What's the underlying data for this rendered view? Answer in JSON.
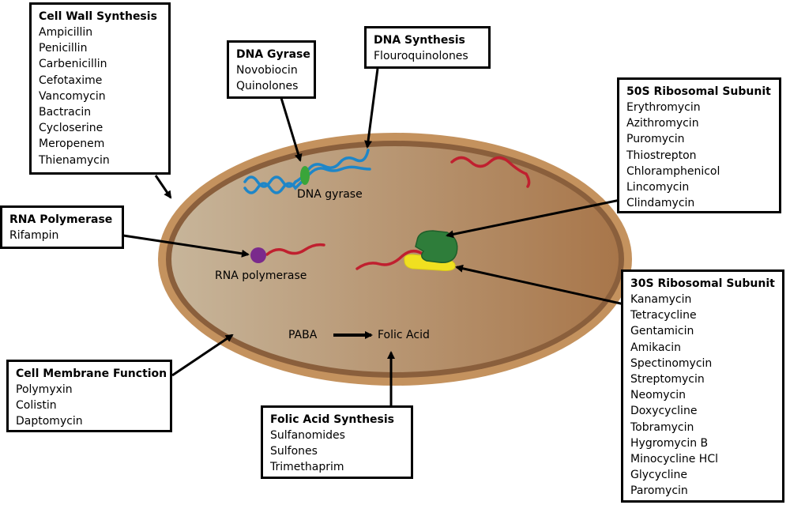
{
  "boxes": {
    "cell_wall": {
      "title": "Cell Wall Synthesis",
      "items": [
        "Ampicillin",
        "Penicillin",
        "Carbenicillin",
        "Cefotaxime",
        "Vancomycin",
        "Bactracin",
        "Cycloserine",
        "Meropenem",
        "Thienamycin"
      ]
    },
    "dna_gyrase": {
      "title": "DNA Gyrase",
      "items": [
        "Novobiocin",
        "Quinolones"
      ]
    },
    "dna_synthesis": {
      "title": "DNA Synthesis",
      "items": [
        "Flouroquinolones"
      ]
    },
    "ribosome_50s": {
      "title": "50S Ribosomal Subunit",
      "items": [
        "Erythromycin",
        "Azithromycin",
        "Puromycin",
        "Thiostrepton",
        "Chloramphenicol",
        "Lincomycin",
        "Clindamycin"
      ]
    },
    "rna_polymerase": {
      "title": "RNA Polymerase",
      "items": [
        "Rifampin"
      ]
    },
    "ribosome_30s": {
      "title": "30S Ribosomal Subunit",
      "items": [
        "Kanamycin",
        "Tetracycline",
        "Gentamicin",
        "Amikacin",
        "Spectinomycin",
        "Streptomycin",
        "Neomycin",
        "Doxycycline",
        "Tobramycin",
        "Hygromycin B",
        "Minocycline HCl",
        "Glycycline",
        "Paromycin"
      ]
    },
    "cell_membrane": {
      "title": "Cell Membrane Function",
      "items": [
        "Polymyxin",
        "Colistin",
        "Daptomycin"
      ]
    },
    "folic_acid": {
      "title": "Folic Acid Synthesis",
      "items": [
        "Sulfanomides",
        "Sulfones",
        "Trimethaprim"
      ]
    }
  },
  "labels": {
    "dna_gyrase": "DNA gyrase",
    "rna_polymerase": "RNA polymerase",
    "paba": "PABA",
    "folic_acid": "Folic Acid"
  },
  "colors": {
    "cell_wall": "#c4925e",
    "cell_membrane": "#8a5f3c",
    "cytoplasm_left": "#c7b59a",
    "cytoplasm_right": "#a8764a",
    "dna": "#1e86c8",
    "gyrase": "#3aa53a",
    "mrna": "#c0202f",
    "rna_polymerase": "#7a2a8c",
    "ribosome_50s": "#2e7d3a",
    "ribosome_30s": "#f0e020"
  }
}
